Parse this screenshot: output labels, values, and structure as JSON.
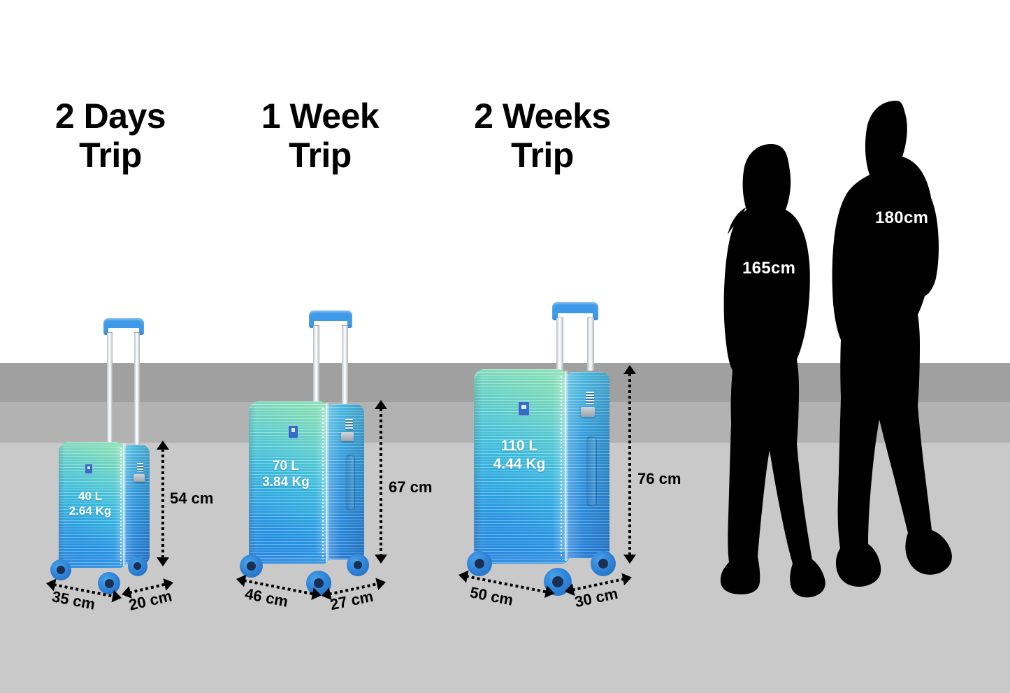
{
  "background": {
    "bands": [
      {
        "name": "upper-white",
        "color": "#ffffff"
      },
      {
        "name": "wall-dark-gray",
        "color": "#a0a0a0"
      },
      {
        "name": "wall-mid-gray",
        "color": "#b2b2b2"
      },
      {
        "name": "floor-light-gray",
        "color": "#c9c9c9"
      }
    ]
  },
  "headings": [
    {
      "id": "heading-2-days",
      "text": "2 Days\nTrip"
    },
    {
      "id": "heading-1-week",
      "text": "1 Week\nTrip"
    },
    {
      "id": "heading-2-weeks",
      "text": "2 Weeks\nTrip"
    }
  ],
  "suitcases": [
    {
      "id": "small",
      "heading": "2 Days Trip",
      "capacity": "40 L",
      "weight": "2.64 Kg",
      "spec_text": "40 L\n2.64 Kg",
      "height_label": "54 cm",
      "width_label": "35 cm",
      "depth_label": "20 cm",
      "height_cm": 54,
      "width_cm": 35,
      "depth_cm": 20,
      "capacity_liters": 40,
      "weight_kg": 2.64
    },
    {
      "id": "medium",
      "heading": "1 Week Trip",
      "capacity": "70 L",
      "weight": "3.84 Kg",
      "spec_text": "70 L\n3.84 Kg",
      "height_label": "67 cm",
      "width_label": "46 cm",
      "depth_label": "27 cm",
      "height_cm": 67,
      "width_cm": 46,
      "depth_cm": 27,
      "capacity_liters": 70,
      "weight_kg": 3.84
    },
    {
      "id": "large",
      "heading": "2 Weeks Trip",
      "capacity": "110 L",
      "weight": "4.44 Kg",
      "spec_text": "110 L\n4.44 Kg",
      "height_label": "76 cm",
      "width_label": "50 cm",
      "depth_label": "30 cm",
      "height_cm": 76,
      "width_cm": 50,
      "depth_cm": 30,
      "capacity_liters": 110,
      "weight_kg": 4.44
    }
  ],
  "people": [
    {
      "id": "female-silhouette",
      "label": "165cm",
      "height_cm": 165
    },
    {
      "id": "male-silhouette",
      "label": "180cm",
      "height_cm": 180
    }
  ],
  "colors": {
    "shell_mint": "#8fe9bd",
    "shell_cyan": "#43c4e4",
    "shell_blue": "#2789e8",
    "handle_blue": "#3d9ae8",
    "wheel_blue": "#2e83d8",
    "wheel_hub": "#1c2f52",
    "silhouette": "#000000",
    "label_text": "#000000",
    "spec_text": "#ffffff"
  }
}
